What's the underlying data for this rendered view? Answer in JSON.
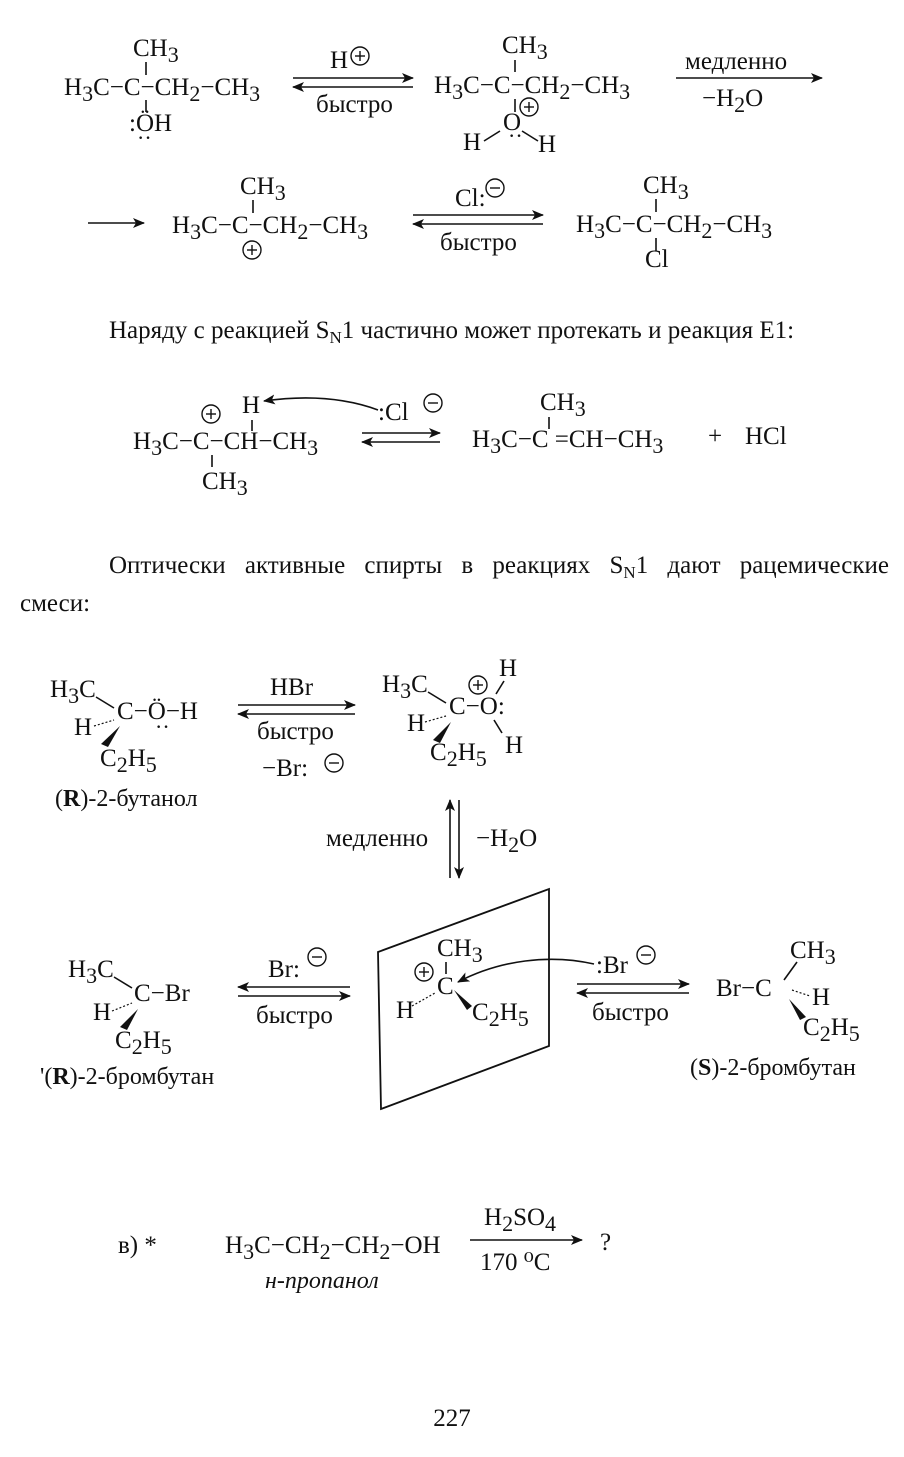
{
  "paragraphs": {
    "sn1_e1": {
      "before": "Наряду с реакцией S",
      "sub": "N",
      "after": "1 частично может протекать и реакция E1:"
    },
    "optical": {
      "before": "Оптически активные спирты в реакциях S",
      "sub": "N",
      "after": "1 дают рацемические",
      "line2": "смеси:"
    }
  },
  "reaction1": {
    "reagent_h": "H",
    "fast_label": "быстро",
    "slow_label": "медленно",
    "minus_water": "−H",
    "water_sub": "2",
    "water_o": "O",
    "chloride_reagent": "Cl:",
    "fast_label2": "быстро"
  },
  "reaction_e1": {
    "chloride": ":Cl",
    "plus": "+",
    "hcl": "HCl"
  },
  "racemization": {
    "reagent_hbr": "HBr",
    "fast_a": "быстро",
    "minus_br": "−Br:",
    "slow_v": "медленно",
    "minus_water_v": "−H",
    "water_sub_v": "2",
    "water_o_v": "O",
    "br_reagent_left": "Br:",
    "fast_b": "быстро",
    "br_reagent_right": ":Br",
    "fast_c": "быстро",
    "r_butanol": {
      "bold": "R",
      "rest": ")-2-бутанол",
      "open": "("
    },
    "r_bromobutane": {
      "bold": "R",
      "rest": ")-2-бромбутан",
      "open": "'("
    },
    "s_bromobutane": {
      "bold": "S",
      "rest": ")-2-бромбутан",
      "open": "("
    }
  },
  "task_v": {
    "label": "в) *",
    "catalyst": "H",
    "catalyst_sub": "2",
    "catalyst_mid": "SO",
    "catalyst_sub2": "4",
    "temperature": "170 ⁰C",
    "question": "?",
    "name": "н-пропанол"
  },
  "page_number": "227"
}
